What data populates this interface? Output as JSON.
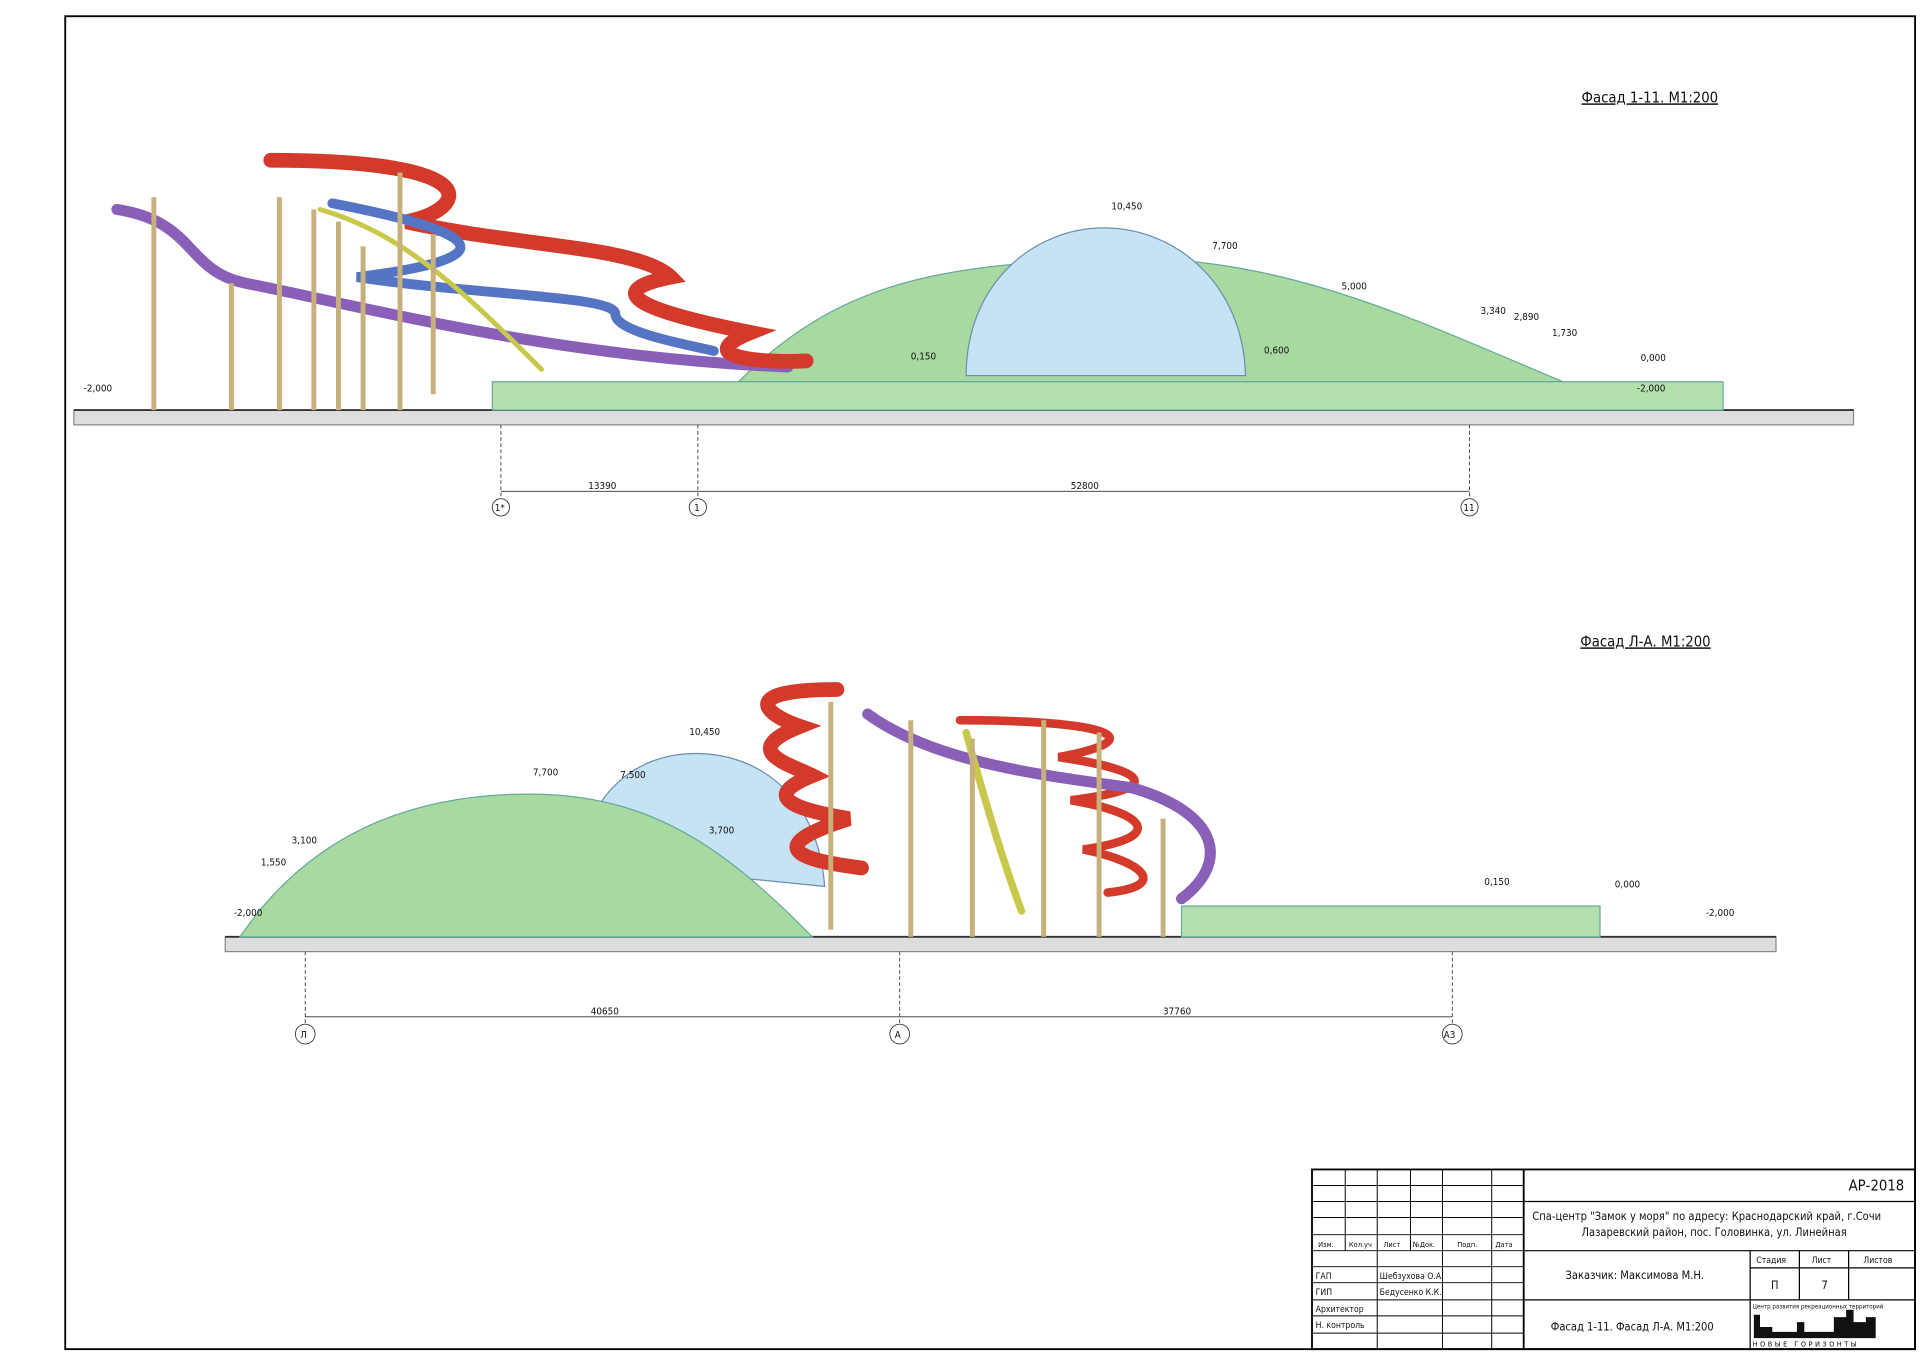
{
  "facade_top": {
    "title": "Фасад 1-11. М1:200",
    "levels": [
      "10,450",
      "7,700",
      "5,000",
      "3,340",
      "2,890",
      "1,730",
      "0,000",
      "-2,000",
      "0,150",
      "0,600",
      "-2,000"
    ],
    "dims": [
      "13390",
      "52800"
    ],
    "axes": [
      "1*",
      "1",
      "11"
    ]
  },
  "facade_bottom": {
    "title": "Фасад Л-А. М1:200",
    "levels": [
      "10,450",
      "7,700",
      "7,500",
      "3,700",
      "3,100",
      "1,550",
      "-2,000",
      "0,150",
      "0,000",
      "-2,000"
    ],
    "dims": [
      "40650",
      "37760"
    ],
    "axes": [
      "Л",
      "А",
      "А3"
    ]
  },
  "title_block": {
    "code": "АР-2018",
    "project": "Спа-центр \"Замок у моря\" по адресу: Краснодарский край, г.Сочи",
    "project_line2": "Лазаревский район, пос. Головинка, ул. Линейная",
    "headers": [
      "Изм.",
      "Кол.уч",
      "Лист",
      "№Док.",
      "Подп.",
      "Дата"
    ],
    "roles": [
      "ГАП",
      "ГИП",
      "Архитектор",
      "Н. контроль"
    ],
    "names": [
      "Шебзухова О.А.",
      "Бедусенко К.К."
    ],
    "client": "Заказчик: Максимова М.Н.",
    "stage_label": "Стадия",
    "sheet_label": "Лист",
    "sheets_label": "Листов",
    "stage": "П",
    "sheet": "7",
    "sheet_title": "Фасад 1-11. Фасад Л-А. М1:200",
    "org": "Центр развития рекреационных территорий",
    "logo_text": "НОВЫЕ ГОРИЗОНТЫ"
  }
}
